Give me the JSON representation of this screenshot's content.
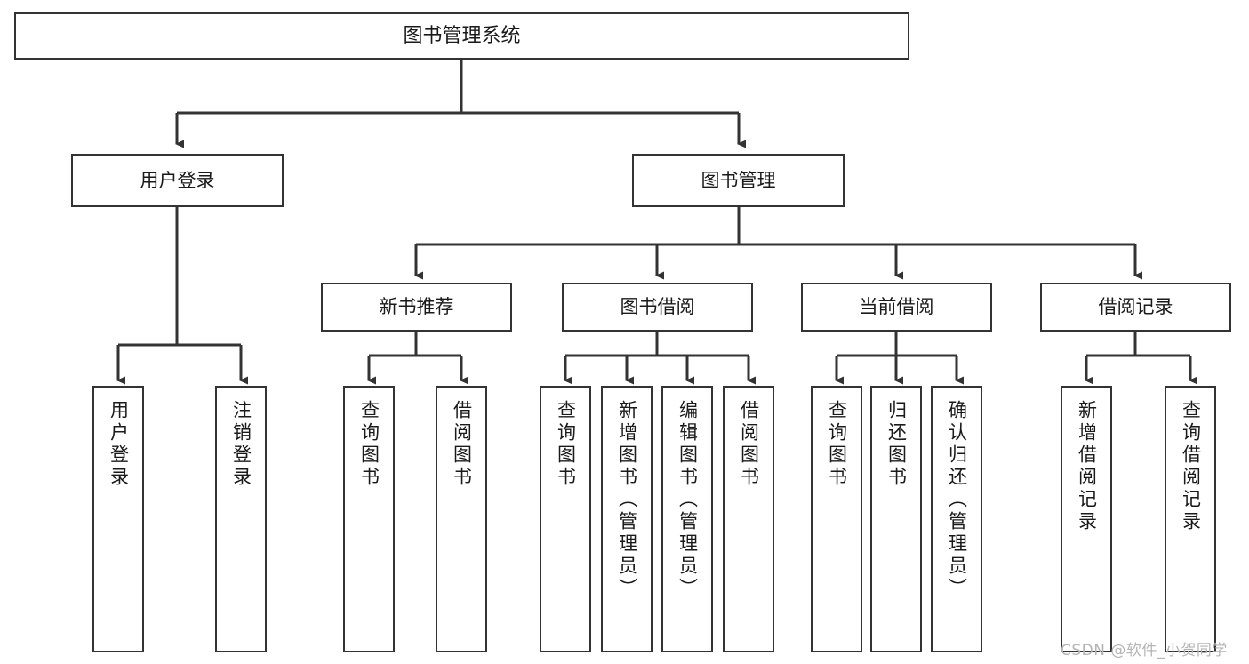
{
  "diagram": {
    "type": "tree-hierarchy-chart",
    "title": "图书管理系统",
    "stroke_color": "#333333",
    "background_color": "#ffffff",
    "text_color": "#1a1a1a",
    "watermark": "CSDN @软件_小贺同学",
    "watermark_color": "#b5b5b5"
  },
  "nodes": {
    "root": {
      "label": "图书管理系统"
    },
    "level2": [
      {
        "id": "user-login",
        "label": "用户登录"
      },
      {
        "id": "book-management",
        "label": "图书管理"
      }
    ],
    "level3": [
      {
        "id": "new-book-recommend",
        "label": "新书推荐"
      },
      {
        "id": "book-borrow",
        "label": "图书借阅"
      },
      {
        "id": "current-borrow",
        "label": "当前借阅"
      },
      {
        "id": "borrow-record",
        "label": "借阅记录"
      }
    ],
    "leaves": {
      "user_login": [
        {
          "id": "leaf-user-login",
          "label": "用户登录"
        },
        {
          "id": "leaf-logout",
          "label": "注销登录"
        }
      ],
      "new_book_recommend": [
        {
          "id": "leaf-query-book-1",
          "label": "查询图书"
        },
        {
          "id": "leaf-borrow-book-1",
          "label": "借阅图书"
        }
      ],
      "book_borrow": [
        {
          "id": "leaf-query-book-2",
          "label": "查询图书"
        },
        {
          "id": "leaf-add-book",
          "label": "新增图书（管理员）"
        },
        {
          "id": "leaf-edit-book",
          "label": "编辑图书（管理员）"
        },
        {
          "id": "leaf-borrow-book-2",
          "label": "借阅图书"
        }
      ],
      "current_borrow": [
        {
          "id": "leaf-query-book-3",
          "label": "查询图书"
        },
        {
          "id": "leaf-return-book",
          "label": "归还图书"
        },
        {
          "id": "leaf-confirm-return",
          "label": "确认归还（管理员）"
        }
      ],
      "borrow_record": [
        {
          "id": "leaf-add-record",
          "label": "新增借阅记录"
        },
        {
          "id": "leaf-query-record",
          "label": "查询借阅记录"
        }
      ]
    }
  }
}
